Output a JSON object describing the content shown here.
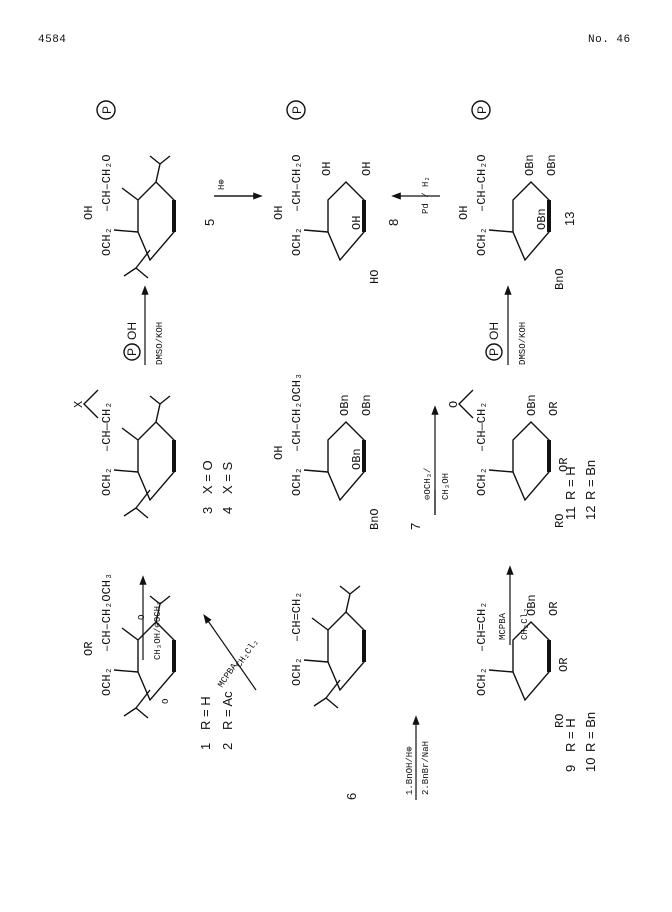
{
  "header": {
    "page_number": "4584",
    "issue": "No. 46"
  },
  "compounds": {
    "c1": {
      "number": "1",
      "r_text": "R = H"
    },
    "c2": {
      "number": "2",
      "r_text": "R = Ac"
    },
    "c3": {
      "number": "3",
      "x_text": "X = O"
    },
    "c4": {
      "number": "4",
      "x_text": "X = S"
    },
    "c5": {
      "number": "5"
    },
    "c6": {
      "number": "6"
    },
    "c7": {
      "number": "7"
    },
    "c8": {
      "number": "8"
    },
    "c9": {
      "number": "9",
      "r_text": "R = H"
    },
    "c10": {
      "number": "10",
      "r_text": "R = Bn"
    },
    "c11": {
      "number": "11",
      "r_text": "R = H"
    },
    "c12": {
      "number": "12",
      "r_text": "R = Bn"
    },
    "c13": {
      "number": "13"
    }
  },
  "fragments": {
    "och2": "OCH₂",
    "ch_ch2_och3": "–CH–CH₂OCH₃",
    "ch_ch2_o": "–CH–CH₂O",
    "ch_x_ch2": "–CH—CH₂",
    "x": "X",
    "ch_ch_ch2": "–CH=CH₂",
    "or": "OR",
    "oh": "OH",
    "obn": "OBn",
    "bno": "BnO",
    "ro": "RO",
    "ho": "HO",
    "o": "O",
    "p": "P"
  },
  "reagents": {
    "col1_top_arrow": "CH₃OH/⊖OCH₃",
    "col1_diag_arrow_1": "MCPBA",
    "col1_diag_arrow_2": "CH₂Cl₂",
    "col1_bottom_arrow_1": "1.BnOH/H⊕",
    "col1_bottom_arrow_2": "2.BnBr/NaH",
    "col1_low_arrow_1": "MCPBA",
    "col1_low_arrow_2": "CH₂Cl₂",
    "col2_top_arrow_1": "P",
    "col2_top_arrow_1b": "OH",
    "col2_top_arrow_2": "DMSO/KOH",
    "col2_mid_arrow_1": "⊖OCH₃/",
    "col2_mid_arrow_2": "CH₃OH",
    "col2_low_arrow_1": "P",
    "col2_low_arrow_1b": "OH",
    "col2_low_arrow_2": "DMSO/KOH",
    "col3_top_arrow": "H⊕",
    "col3_mid_arrow": "Pd / H₂"
  }
}
